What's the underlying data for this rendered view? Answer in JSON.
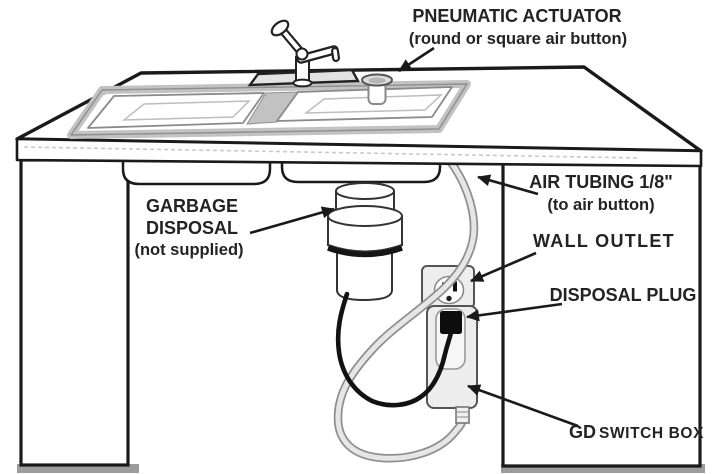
{
  "diagram": {
    "title_meaning": "Garbage disposal air-switch installation diagram",
    "labels": {
      "pneumatic_actuator_1": "PNEUMATIC ACTUATOR",
      "pneumatic_actuator_2": "(round or square air button)",
      "air_tubing_1": "AIR TUBING 1/8\"",
      "air_tubing_2": "(to air button)",
      "wall_outlet": "WALL OUTLET",
      "disposal_plug": "DISPOSAL PLUG",
      "gd_switch_box_1": "GD",
      "gd_switch_box_2": "SWITCH BOX",
      "garbage_disposal_1": "GARBAGE",
      "garbage_disposal_2": "DISPOSAL",
      "garbage_disposal_3": "(not supplied)"
    },
    "colors": {
      "line": "#1a1a1a",
      "text": "#232323",
      "rim_gray": "#c2c2c2",
      "tube_fill": "#e6e6e6",
      "tube_edge": "#8f8f8f",
      "cord": "#121212",
      "shadow": "#9c9c9c",
      "background": "#ffffff"
    }
  }
}
